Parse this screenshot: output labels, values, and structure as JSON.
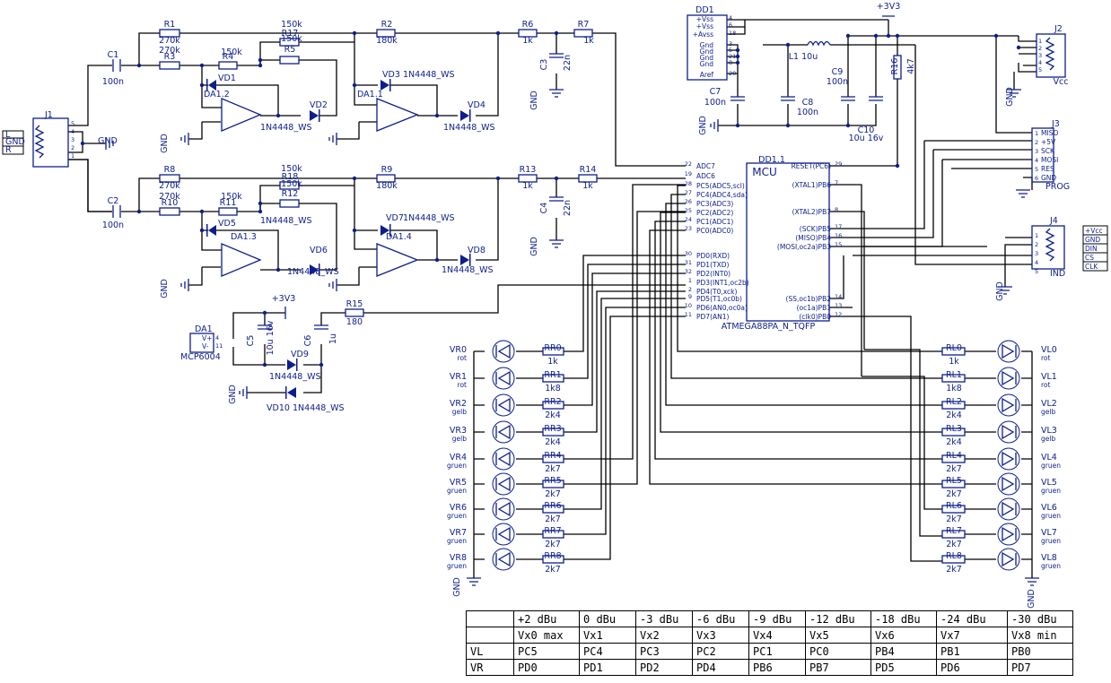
{
  "components": {
    "R1": {
      "ref": "R1",
      "value": "270k"
    },
    "R2": {
      "ref": "R2",
      "value": "180k"
    },
    "R3": {
      "ref": "R3",
      "value": "270k"
    },
    "R4": {
      "ref": "R4",
      "value": "150k"
    },
    "R5": {
      "ref": "R5",
      "value": "150k"
    },
    "R6": {
      "ref": "R6",
      "value": "1k"
    },
    "R7": {
      "ref": "R7",
      "value": "1k"
    },
    "R8": {
      "ref": "R8",
      "value": "270k"
    },
    "R9": {
      "ref": "R9",
      "value": "180k"
    },
    "R10": {
      "ref": "R10",
      "value": "270k"
    },
    "R11": {
      "ref": "R11",
      "value": "150k"
    },
    "R12": {
      "ref": "R12",
      "value": "150k"
    },
    "R13": {
      "ref": "R13",
      "value": "1k"
    },
    "R14": {
      "ref": "R14",
      "value": "1k"
    },
    "R15": {
      "ref": "R15",
      "value": "180"
    },
    "R16": {
      "ref": "R16",
      "value": "4k7"
    },
    "R17": {
      "ref": "R17",
      "value": "150k"
    },
    "R18": {
      "ref": "R18",
      "value": "150k"
    },
    "C1": {
      "ref": "C1",
      "value": "100n"
    },
    "C2": {
      "ref": "C2",
      "value": "100n"
    },
    "C3": {
      "ref": "C3",
      "value": "22n"
    },
    "C4": {
      "ref": "C4",
      "value": "22n"
    },
    "C5": {
      "ref": "C5",
      "value": "10u 16v"
    },
    "C6": {
      "ref": "C6",
      "value": "1u"
    },
    "C7": {
      "ref": "C7",
      "value": "100n"
    },
    "C8": {
      "ref": "C8",
      "value": "100n"
    },
    "C9": {
      "ref": "C9",
      "value": "100n"
    },
    "C10": {
      "ref": "C10",
      "value": "10u 16v"
    },
    "L1": {
      "ref": "L1",
      "value": "10u"
    },
    "diode_type": "1N4448_WS",
    "diodes": [
      "VD1",
      "VD2",
      "VD3",
      "VD4",
      "VD5",
      "VD6",
      "VD7",
      "VD8",
      "VD9",
      "VD10"
    ],
    "opamps": [
      "DA1.1",
      "DA1.2",
      "DA1.3",
      "DA1.4"
    ],
    "DA1": {
      "ref": "DA1",
      "part": "MCP6004",
      "pins": [
        "V+",
        "V-"
      ],
      "pin_nums": [
        "4",
        "11"
      ]
    },
    "DD1": {
      "ref": "DD1",
      "pins": [
        "+Vss",
        "+Vss",
        "+Avss",
        "Gnd",
        "Gnd",
        "Gnd",
        "Gnd",
        "Aref"
      ],
      "pin_nums": [
        "4",
        "6",
        "18",
        "3",
        "5",
        "21",
        "8",
        "20"
      ]
    },
    "gnd": "GND",
    "vcc33": "+3V3",
    "vcc": "Vcc"
  },
  "mcu": {
    "ref": "DD1.1",
    "title": "MCU",
    "part": "ATMEGA88PA_N_TQFP",
    "left_top": [
      {
        "num": "22",
        "name": "ADC7"
      },
      {
        "num": "19",
        "name": "ADC6"
      },
      {
        "num": "28",
        "name": "PC5(ADC5,scl)"
      },
      {
        "num": "27",
        "name": "PC4(ADC4,sda)"
      },
      {
        "num": "26",
        "name": "PC3(ADC3)"
      },
      {
        "num": "25",
        "name": "PC2(ADC2)"
      },
      {
        "num": "24",
        "name": "PC1(ADC1)"
      },
      {
        "num": "23",
        "name": "PC0(ADC0)"
      }
    ],
    "left_bottom": [
      {
        "num": "30",
        "name": "PD0(RXD)"
      },
      {
        "num": "31",
        "name": "PD1(TXD)"
      },
      {
        "num": "32",
        "name": "PD2(INT0)"
      },
      {
        "num": "1",
        "name": "PD3(INT1,oc2b)"
      },
      {
        "num": "2",
        "name": "PD4(T0,xck)"
      },
      {
        "num": "9",
        "name": "PD5(T1,oc0b)"
      },
      {
        "num": "10",
        "name": "PD6(AN0,oc0a)"
      },
      {
        "num": "11",
        "name": "PD7(AN1)"
      }
    ],
    "right_top": [
      {
        "num": "29",
        "name": "RESET(PC6)"
      },
      {
        "num": "7",
        "name": "(XTAL1)PB6"
      },
      {
        "num": "8",
        "name": "(XTAL2)PB7"
      }
    ],
    "right_mid": [
      {
        "num": "17",
        "name": "(SCK)PB5"
      },
      {
        "num": "16",
        "name": "(MISO)PB4"
      },
      {
        "num": "15",
        "name": "(MOSI,oc2a)PB3"
      }
    ],
    "right_bottom": [
      {
        "num": "14",
        "name": "(SS,oc1b)PB2"
      },
      {
        "num": "13",
        "name": "(oc1a)PB1"
      },
      {
        "num": "12",
        "name": "(clk0)PB0"
      }
    ]
  },
  "connectors": {
    "J1": {
      "ref": "J1",
      "pins": [
        "5",
        "4",
        "3",
        "2",
        "1"
      ],
      "labels": [
        "L",
        "GND",
        "R"
      ]
    },
    "J2": {
      "ref": "J2",
      "pins": [
        "1",
        "2",
        "3",
        "4",
        "5"
      ],
      "net": "Vcc"
    },
    "J3": {
      "ref": "J3",
      "pins": [
        "1",
        "2",
        "3",
        "4",
        "5",
        "6"
      ],
      "labels": [
        "MISO",
        "+5V",
        "SCK",
        "MOSI",
        "RES",
        "GND"
      ],
      "name": "PROG"
    },
    "J4": {
      "ref": "J4",
      "pins": [
        "1",
        "2",
        "3",
        "4",
        "5"
      ],
      "labels": [
        "+Vcc",
        "GND",
        "DIN",
        "CS",
        "CLK"
      ],
      "name": "IND"
    }
  },
  "leds_right": [
    {
      "ref": "VR0",
      "color": "rot",
      "res": "RR0",
      "value": "1k"
    },
    {
      "ref": "VR1",
      "color": "rot",
      "res": "RR1",
      "value": "1k8"
    },
    {
      "ref": "VR2",
      "color": "gelb",
      "res": "RR2",
      "value": "2k4"
    },
    {
      "ref": "VR3",
      "color": "gelb",
      "res": "RR3",
      "value": "2k4"
    },
    {
      "ref": "VR4",
      "color": "gruen",
      "res": "RR4",
      "value": "2k7"
    },
    {
      "ref": "VR5",
      "color": "gruen",
      "res": "RR5",
      "value": "2k7"
    },
    {
      "ref": "VR6",
      "color": "gruen",
      "res": "RR6",
      "value": "2k7"
    },
    {
      "ref": "VR7",
      "color": "gruen",
      "res": "RR7",
      "value": "2k7"
    },
    {
      "ref": "VR8",
      "color": "gruen",
      "res": "RR8",
      "value": "2k7"
    }
  ],
  "leds_left": [
    {
      "ref": "VL0",
      "color": "rot",
      "res": "RL0",
      "value": "1k"
    },
    {
      "ref": "VL1",
      "color": "rot",
      "res": "RL1",
      "value": "1k8"
    },
    {
      "ref": "VL2",
      "color": "gelb",
      "res": "RL2",
      "value": "2k4"
    },
    {
      "ref": "VL3",
      "color": "gelb",
      "res": "RL3",
      "value": "2k4"
    },
    {
      "ref": "VL4",
      "color": "gruen",
      "res": "RL4",
      "value": "2k7"
    },
    {
      "ref": "VL5",
      "color": "gruen",
      "res": "RL5",
      "value": "2k7"
    },
    {
      "ref": "VL6",
      "color": "gruen",
      "res": "RL6",
      "value": "2k7"
    },
    {
      "ref": "VL7",
      "color": "gruen",
      "res": "RL7",
      "value": "2k7"
    },
    {
      "ref": "VL8",
      "color": "gruen",
      "res": "RL8",
      "value": "2k7"
    }
  ],
  "level_table": {
    "levels": [
      "+2 dBu",
      "0 dBu",
      "-3 dBu",
      "-6 dBu",
      "-9 dBu",
      "-12 dBu",
      "-18 dBu",
      "-24 dBu",
      "-30 dBu"
    ],
    "leds": [
      "Vx0 max",
      "Vx1",
      "Vx2",
      "Vx3",
      "Vx4",
      "Vx5",
      "Vx6",
      "Vx7",
      "Vx8 min"
    ],
    "rows": [
      {
        "label": "VL",
        "pins": [
          "PC5",
          "PC4",
          "PC3",
          "PC2",
          "PC1",
          "PC0",
          "PB4",
          "PB1",
          "PB0"
        ]
      },
      {
        "label": "VR",
        "pins": [
          "PD0",
          "PD1",
          "PD2",
          "PD4",
          "PB6",
          "PB7",
          "PD5",
          "PD6",
          "PD7"
        ]
      }
    ]
  },
  "colors": {
    "wire": "#000000",
    "component": "#0d1e8c"
  }
}
